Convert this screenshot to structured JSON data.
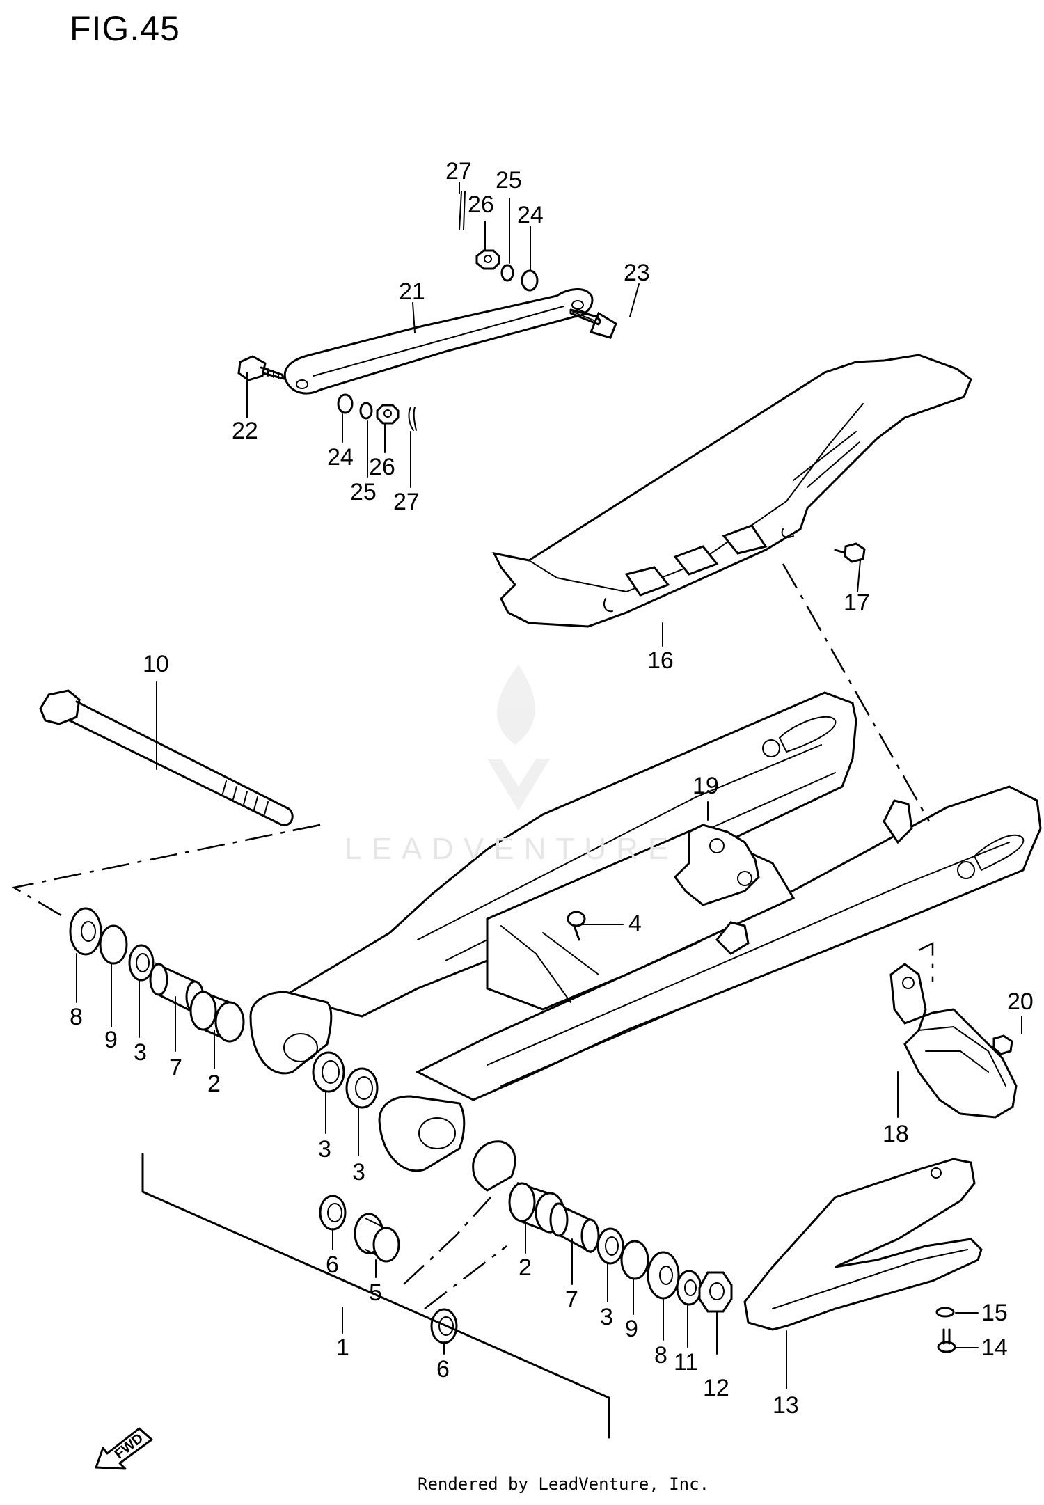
{
  "figure": {
    "title": "FIG.45"
  },
  "watermark": {
    "text": "LEADVENTURE",
    "icon": "flame-v-logo-icon"
  },
  "footer": {
    "credit": "Rendered by LeadVenture, Inc."
  },
  "direction_marker": {
    "label": "FWD",
    "icon": "fwd-arrow-icon"
  },
  "callouts": [
    {
      "id": "c27a",
      "label": "27"
    },
    {
      "id": "c25a",
      "label": "25"
    },
    {
      "id": "c26a",
      "label": "26"
    },
    {
      "id": "c24a",
      "label": "24"
    },
    {
      "id": "c23",
      "label": "23"
    },
    {
      "id": "c21",
      "label": "21"
    },
    {
      "id": "c22",
      "label": "22"
    },
    {
      "id": "c24b",
      "label": "24"
    },
    {
      "id": "c26b",
      "label": "26"
    },
    {
      "id": "c25b",
      "label": "25"
    },
    {
      "id": "c27b",
      "label": "27"
    },
    {
      "id": "c17",
      "label": "17"
    },
    {
      "id": "c16",
      "label": "16"
    },
    {
      "id": "c10",
      "label": "10"
    },
    {
      "id": "c19",
      "label": "19"
    },
    {
      "id": "c4",
      "label": "4"
    },
    {
      "id": "c20",
      "label": "20"
    },
    {
      "id": "c8a",
      "label": "8"
    },
    {
      "id": "c9a",
      "label": "9"
    },
    {
      "id": "c3a",
      "label": "3"
    },
    {
      "id": "c7a",
      "label": "7"
    },
    {
      "id": "c2a",
      "label": "2"
    },
    {
      "id": "c3b",
      "label": "3"
    },
    {
      "id": "c3c",
      "label": "3"
    },
    {
      "id": "c18",
      "label": "18"
    },
    {
      "id": "c6a",
      "label": "6"
    },
    {
      "id": "c5",
      "label": "5"
    },
    {
      "id": "c2b",
      "label": "2"
    },
    {
      "id": "c7b",
      "label": "7"
    },
    {
      "id": "c6b",
      "label": "6"
    },
    {
      "id": "c3d",
      "label": "3"
    },
    {
      "id": "c9b",
      "label": "9"
    },
    {
      "id": "c8b",
      "label": "8"
    },
    {
      "id": "c11",
      "label": "11"
    },
    {
      "id": "c12",
      "label": "12"
    },
    {
      "id": "c1",
      "label": "1"
    },
    {
      "id": "c15",
      "label": "15"
    },
    {
      "id": "c14",
      "label": "14"
    },
    {
      "id": "c13",
      "label": "13"
    }
  ]
}
